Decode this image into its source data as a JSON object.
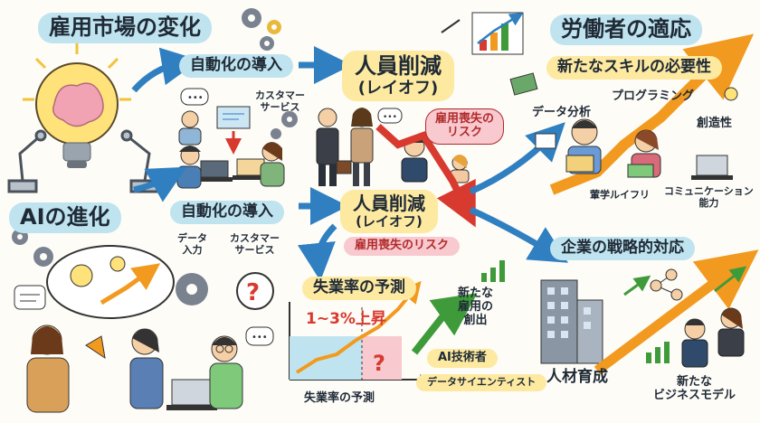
{
  "title": "雇用市場の変化",
  "ai_evolution": "AIの進化",
  "automation_top": "自動化の導入",
  "customer_service_top": [
    "カスタマー",
    "サービス"
  ],
  "automation_mid": "自動化の導入",
  "data_entry": [
    "データ",
    "入力"
  ],
  "customer_service_mid": [
    "カスタマー",
    "サービス"
  ],
  "layoffs_top": [
    "人員削減",
    "(レイオフ)"
  ],
  "job_loss_bubble": [
    "雇用喪失の",
    "リスク"
  ],
  "layoffs_mid": [
    "人員削減",
    "(レイオフ)"
  ],
  "job_loss_banner": "雇用喪失のリスク",
  "unemployment_title": "失業率の予測",
  "unemployment_bottom": "失業率の予測",
  "unemployment_range": "1~3%上昇",
  "new_jobs": [
    "新たな",
    "雇用の",
    "創出"
  ],
  "ai_engineer": "AI技術者",
  "data_scientist": "データサイエンティスト",
  "worker_adaptation": "労働者の適応",
  "skills_needed": "新たなスキルの必要性",
  "data_analysis": "データ分析",
  "programming": "プログラミング",
  "creativity": "創造性",
  "relearning": "葷学ルイフリ",
  "communication": [
    "コミュニケーション",
    "能力"
  ],
  "corporate_strategy": "企業の戦略的対応",
  "talent_development": "人材育成",
  "new_business_model": [
    "新たな",
    "ビジネスモデル"
  ],
  "colors": {
    "blue_label": "#bfe4ef",
    "yellow_label": "#fde9a0",
    "risk_pink": "#f8c9cf",
    "arrow_blue": "#2f7fc1",
    "arrow_orange": "#f29a1f",
    "arrow_red": "#d83a2f",
    "arrow_green": "#3f9a3a"
  },
  "icons": [
    "lightbulb-brain-icon",
    "robot-arm-icon",
    "gear-icon",
    "speech-bubble-icon",
    "question-icon",
    "building-icon",
    "growth-chart-icon",
    "laptop-icon",
    "book-icon"
  ]
}
